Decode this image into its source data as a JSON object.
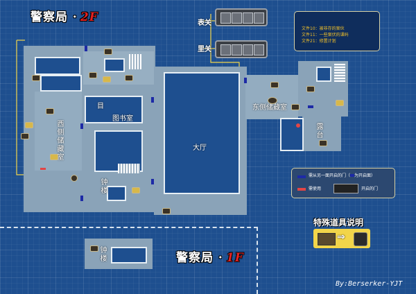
{
  "floor2_title": {
    "text": "警察局 ·",
    "floor": "2F"
  },
  "floor1_title": {
    "text": "警察局 ·",
    "floor": "1F"
  },
  "keys": {
    "front_label": "表关",
    "back_label": "里关"
  },
  "files": [
    "文件10：被非存的案伙",
    "文件11：一些案伏的课码",
    "文件21：修置计划"
  ],
  "rooms": {
    "west_storage": "西侧储藏室",
    "library": "图书室",
    "lobby": "大厅",
    "east_storage": "东侧储藏室",
    "balcony": "露台",
    "clock_tower": "钟楼",
    "clock_tower_1f": "钟楼"
  },
  "legend": {
    "blue_door": "需从另一面开启的门（",
    "blue_door_end": "为开启面）",
    "red_door": "需使用",
    "red_door_end": "开启的门"
  },
  "special_items": {
    "title": "特殊道具说明"
  },
  "credit": "By:Berserker-YJT",
  "colors": {
    "background": "#1e4f8f",
    "room": "#8aa3b8",
    "door_blue": "#1d2aa6",
    "door_red": "#e24545",
    "file_text": "#f2c029"
  }
}
